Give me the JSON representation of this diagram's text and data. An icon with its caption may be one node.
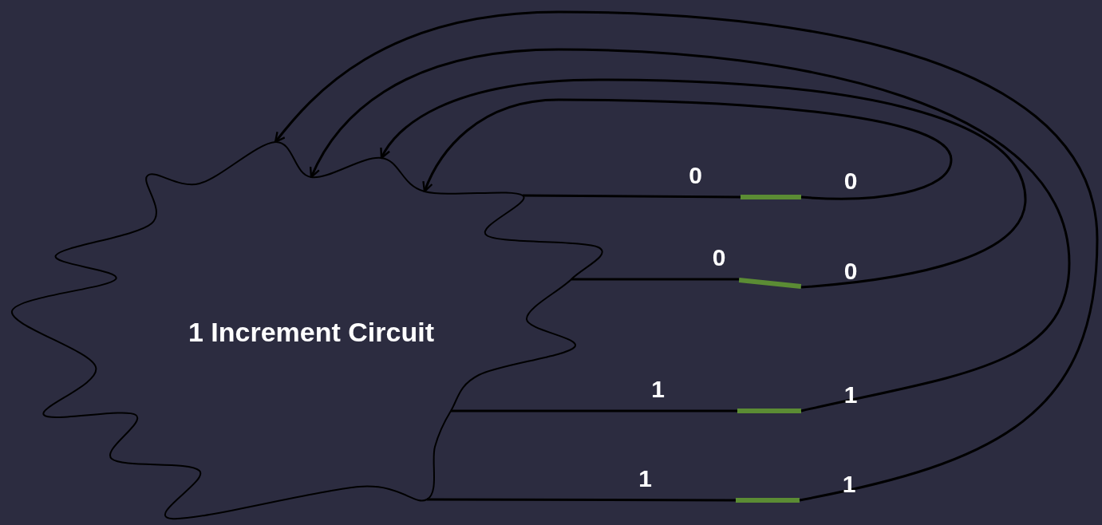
{
  "diagram": {
    "nodes": [
      {
        "text": [
          "1 Increment Circuit"
        ]
      },
      {
        "text": [],
        "shape": "bar"
      },
      {
        "text": [],
        "shape": "bar"
      },
      {
        "text": [],
        "shape": "bar"
      },
      {
        "text": [],
        "shape": "bar"
      }
    ],
    "edges": [
      {
        "from": 0,
        "to": 1,
        "arrow": "none",
        "label": "0"
      },
      {
        "from": 1,
        "to": 0,
        "arrow": "to",
        "label": "0"
      },
      {
        "from": 0,
        "to": 2,
        "arrow": "none",
        "label": "0"
      },
      {
        "from": 2,
        "to": 0,
        "arrow": "to",
        "label": "0"
      },
      {
        "from": 0,
        "to": 3,
        "arrow": "none",
        "label": "1"
      },
      {
        "from": 3,
        "to": 0,
        "arrow": "to",
        "label": "1"
      },
      {
        "from": 0,
        "to": 4,
        "arrow": "none",
        "label": "1"
      },
      {
        "from": 4,
        "to": 0,
        "arrow": "to",
        "label": "1"
      }
    ]
  }
}
